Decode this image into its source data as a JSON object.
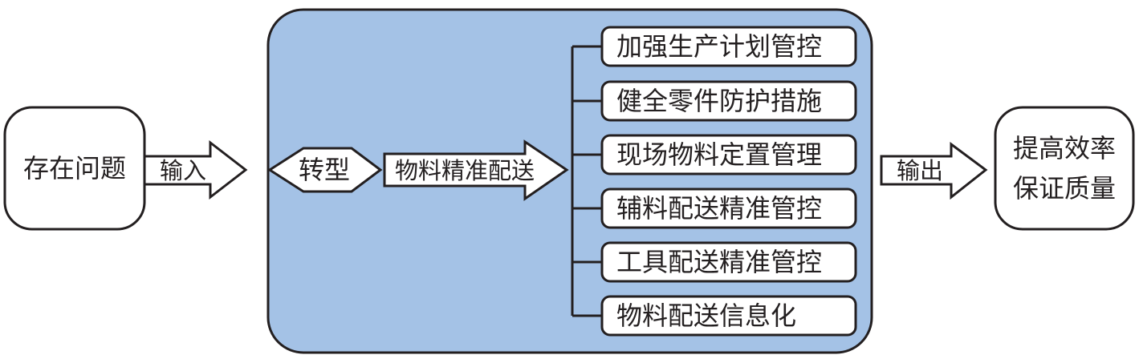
{
  "colors": {
    "panel_fill": "#a4c2e6",
    "stroke": "#231f20",
    "box_fill": "#ffffff"
  },
  "nodes": {
    "problem": "存在问题",
    "input": "输入",
    "transform": "转型",
    "core": "物料精准配送",
    "output": "输出",
    "result_line1": "提高效率",
    "result_line2": "保证质量"
  },
  "measures": [
    "加强生产计划管控",
    "健全零件防护措施",
    "现场物料定置管理",
    "辅料配送精准管控",
    "工具配送精准管控",
    "物料配送信息化"
  ]
}
